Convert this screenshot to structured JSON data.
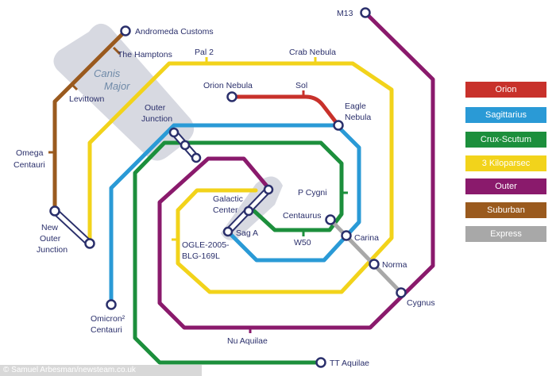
{
  "colors": {
    "orion": "#c8312b",
    "sagittarius": "#2a9ad6",
    "crux_scutum": "#1c8f3c",
    "kiloparsec": "#f2d31b",
    "outer": "#8a1a6c",
    "suburban": "#9a5a1e",
    "express": "#a8a8a8",
    "label_text": "#2a2f6b",
    "region": "#c9ccd6"
  },
  "region_label": {
    "line1": "Canis",
    "line2": "Major"
  },
  "stations": {
    "andromeda_customs": "Andromeda Customs",
    "the_hamptons": "The Hamptons",
    "levittown": "Levittown",
    "omega_centauri_1": "Omega",
    "omega_centauri_2": "Centauri",
    "new_outer_junction_1": "New",
    "new_outer_junction_2": "Outer",
    "new_outer_junction_3": "Junction",
    "pal_2": "Pal 2",
    "crab_nebula": "Crab Nebula",
    "m13": "M13",
    "orion_nebula": "Orion Nebula",
    "sol": "Sol",
    "eagle_nebula_1": "Eagle",
    "eagle_nebula_2": "Nebula",
    "outer_junction_1": "Outer",
    "outer_junction_2": "Junction",
    "p_cygni": "P Cygni",
    "galactic_center_1": "Galactic",
    "galactic_center_2": "Center",
    "centaurus": "Centaurus",
    "sag_a": "Sag A",
    "w50": "W50",
    "carina": "Carina",
    "ogle_1": "OGLE-2005-",
    "ogle_2": "BLG-169L",
    "norma": "Norma",
    "cygnus": "Cygnus",
    "omicron_1": "Omicron²",
    "omicron_2": "Centauri",
    "nu_aquilae": "Nu Aquilae",
    "tt_aquilae": "TT Aquilae"
  },
  "legend": [
    {
      "label": "Orion",
      "color": "#c8312b"
    },
    {
      "label": "Sagittarius",
      "color": "#2a9ad6"
    },
    {
      "label": "Crux-Scutum",
      "color": "#1c8f3c"
    },
    {
      "label": "3 Kiloparsec",
      "color": "#f2d31b"
    },
    {
      "label": "Outer",
      "color": "#8a1a6c"
    },
    {
      "label": "Suburban",
      "color": "#9a5a1e"
    },
    {
      "label": "Express",
      "color": "#a8a8a8"
    }
  ],
  "credit": "© Samuel Arbesman/newsteam.co.uk"
}
